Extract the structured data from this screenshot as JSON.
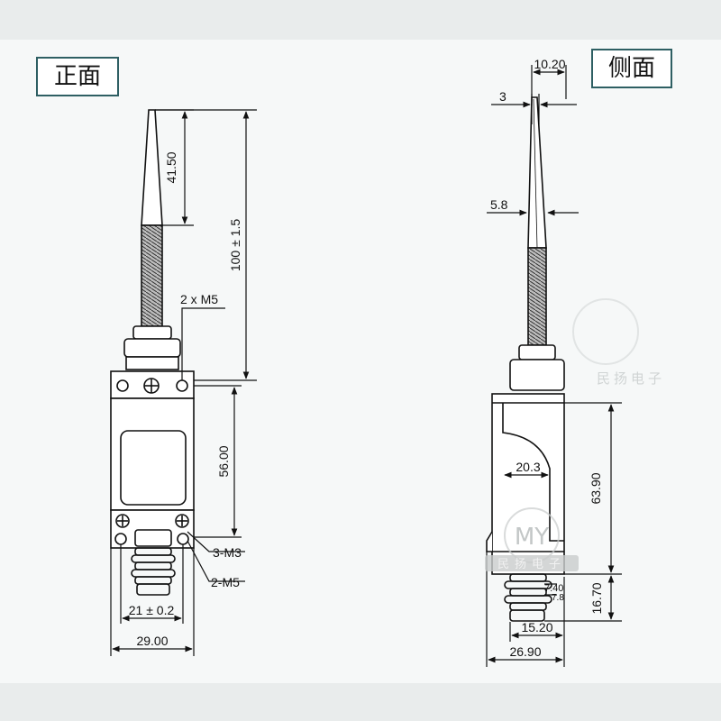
{
  "views": {
    "front_label": "正面",
    "side_label": "侧面"
  },
  "front_dims": {
    "rod_taper": "41.50",
    "overall_height": "100 ± 1.5",
    "top_mount": "2 x M5",
    "body_height": "56.00",
    "screw_m3": "3-M3",
    "screw_m5": "2-M5",
    "hole_spacing": "21 ± 0.2",
    "body_width": "29.00"
  },
  "side_dims": {
    "rod_top": "10.20",
    "rod_tip": "3",
    "rod_base": "5.8",
    "cam_depth": "20.3",
    "body_height": "63.90",
    "plunger_a": "7.40",
    "plunger_b": "7.8",
    "bottom_height": "16.70",
    "bottom_width": "15.20",
    "body_depth": "26.90"
  },
  "watermark": {
    "text": "民扬电子",
    "logo": "MY",
    "brand": "民扬电子"
  },
  "colors": {
    "tag_border": "#2e5f63",
    "line": "#111111",
    "canvas": "#f6f8f8"
  }
}
